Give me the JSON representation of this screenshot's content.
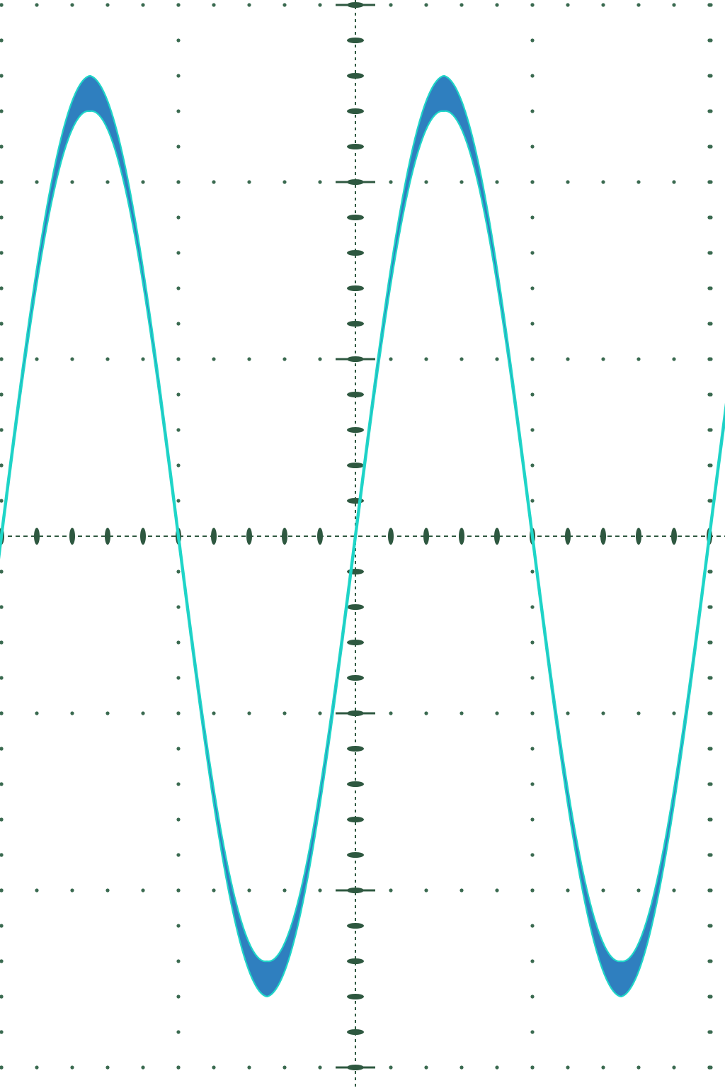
{
  "chart_data": {
    "type": "line",
    "title": "",
    "xlabel": "",
    "ylabel": "",
    "x_divisions": [
      -2,
      2
    ],
    "y_divisions": [
      -3,
      3
    ],
    "grid": true,
    "grid_style": "dotted",
    "axis_minor_ticks_per_division": 5,
    "series": [
      {
        "waveform": "sine",
        "amplitude_div": 2.5,
        "period_div": 2.0,
        "phase_zero_crossing_rising_div": 0.0,
        "trace_band_div": 0.2,
        "color": "#2f7fbf",
        "edge_color": "#1fd6c8"
      }
    ]
  },
  "colors": {
    "background": "#ffffff",
    "grid_dot": "#3a6a50",
    "axis_tick": "#2e5840",
    "trace": "#2f7fbf",
    "trace_edge": "#1fd6c8"
  }
}
